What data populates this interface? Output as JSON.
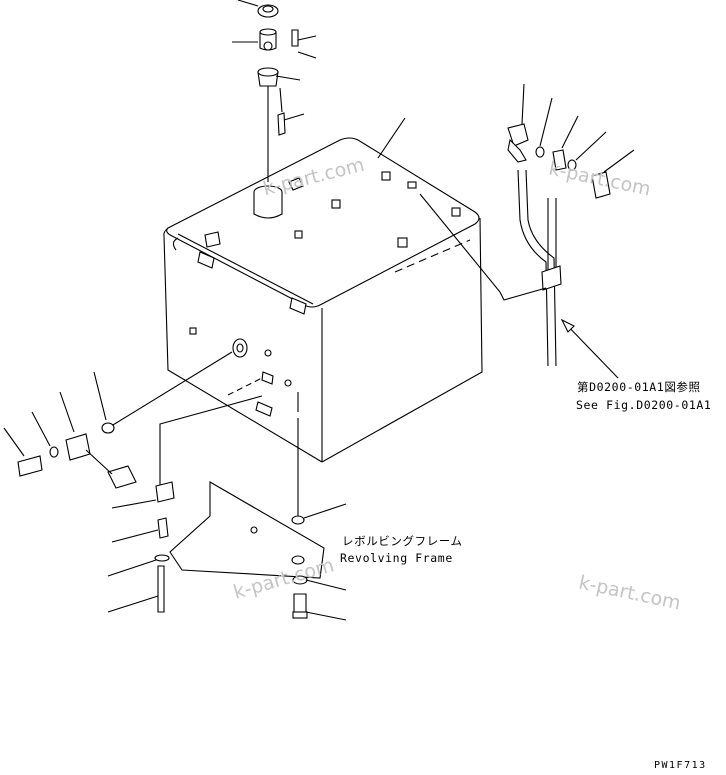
{
  "diagram": {
    "reference_label_ja": "第D0200-01A1図参照",
    "reference_label_en": "See Fig.D0200-01A1",
    "frame_label_ja": "レボルビングフレーム",
    "frame_label_en": "Revolving Frame",
    "drawing_code": "PW1F713"
  },
  "watermarks": [
    "k-part.com",
    "k-part.com",
    "k-part.com",
    "k-part.com"
  ]
}
